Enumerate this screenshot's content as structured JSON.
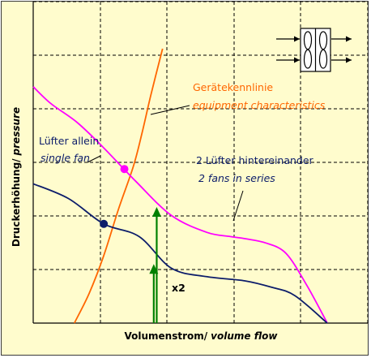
{
  "chart_data": {
    "type": "line",
    "xlabel": "Volumenstrom/",
    "xlabel_italic": "volume flow",
    "ylabel": "Druckerhöhung/",
    "ylabel_italic": "pressure",
    "grid": true,
    "series": [
      {
        "key": "single",
        "label_de": "Lüfter allein",
        "label_en": "single fan",
        "color": "#0d1d6a",
        "points": [
          [
            0,
            0.66
          ],
          [
            0.12,
            0.59
          ],
          [
            0.24,
            0.47
          ],
          [
            0.36,
            0.41
          ],
          [
            0.47,
            0.26
          ],
          [
            0.59,
            0.22
          ],
          [
            0.72,
            0.2
          ],
          [
            0.81,
            0.17
          ],
          [
            0.89,
            0.13
          ],
          [
            1.0,
            0.0
          ]
        ]
      },
      {
        "key": "series",
        "label_de": "2 Lüfter hintereinander",
        "label_en": "2 fans in series",
        "color": "#ff00ff",
        "points": [
          [
            0,
            1.12
          ],
          [
            0.06,
            1.04
          ],
          [
            0.15,
            0.95
          ],
          [
            0.24,
            0.83
          ],
          [
            0.35,
            0.67
          ],
          [
            0.47,
            0.51
          ],
          [
            0.59,
            0.43
          ],
          [
            0.67,
            0.41
          ],
          [
            0.72,
            0.4
          ],
          [
            0.79,
            0.38
          ],
          [
            0.86,
            0.33
          ],
          [
            0.93,
            0.18
          ],
          [
            1.0,
            0.0
          ]
        ]
      },
      {
        "key": "equipment",
        "label_de": "Gerätekennlinie",
        "label_en": "equipment characteristics",
        "color": "#ff6600",
        "points": [
          [
            0.14,
            0.0
          ],
          [
            0.19,
            0.14
          ],
          [
            0.24,
            0.32
          ],
          [
            0.29,
            0.54
          ],
          [
            0.34,
            0.74
          ],
          [
            0.37,
            0.9
          ],
          [
            0.4,
            1.08
          ],
          [
            0.44,
            1.3
          ]
        ]
      }
    ],
    "operating_points": [
      {
        "series": "single",
        "x": 0.24,
        "y": 0.47,
        "color": "#0d1d6a"
      },
      {
        "series": "series",
        "x": 0.31,
        "y": 0.73,
        "color": "#ff00ff"
      }
    ],
    "arrows": [
      {
        "x": 0.41,
        "y_from": 0.0,
        "y_to": 0.28,
        "color": "#008000"
      },
      {
        "x": 0.42,
        "y_from": 0.0,
        "y_to": 0.55,
        "color": "#008000"
      }
    ],
    "multiplier_label": "x2",
    "icon": "two-fans-in-series-icon"
  }
}
